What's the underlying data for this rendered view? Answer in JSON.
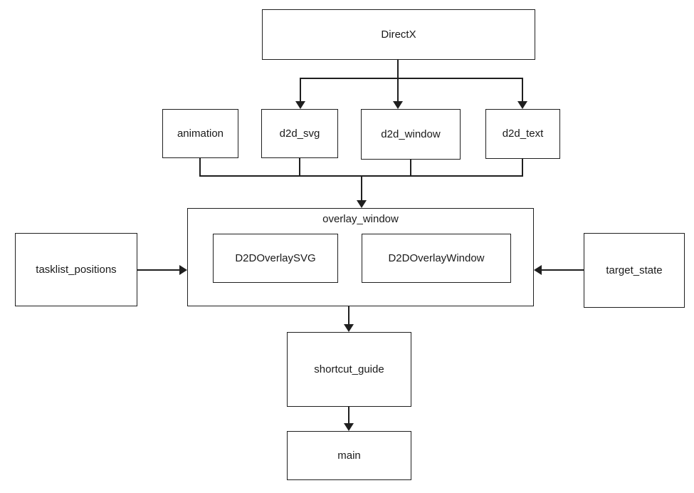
{
  "diagram": {
    "type": "dependency-flowchart",
    "colors": {
      "background": "#ffffff",
      "line": "#1f1f1f",
      "box_fill": "#ffffff",
      "text": "#1a1a1a"
    },
    "nodes": {
      "directx": {
        "label": "DirectX"
      },
      "animation": {
        "label": "animation"
      },
      "d2d_svg": {
        "label": "d2d_svg"
      },
      "d2d_window": {
        "label": "d2d_window"
      },
      "d2d_text": {
        "label": "d2d_text"
      },
      "overlay_window": {
        "label": "overlay_window",
        "contains": [
          "D2DOverlaySVG",
          "D2DOverlayWindow"
        ]
      },
      "d2d_overlay_svg": {
        "label": "D2DOverlaySVG"
      },
      "d2d_overlay_window": {
        "label": "D2DOverlayWindow"
      },
      "tasklist_positions": {
        "label": "tasklist_positions"
      },
      "target_state": {
        "label": "target_state"
      },
      "shortcut_guide": {
        "label": "shortcut_guide"
      },
      "main": {
        "label": "main"
      }
    },
    "edges": [
      {
        "from": "DirectX",
        "to": "d2d_svg"
      },
      {
        "from": "DirectX",
        "to": "d2d_window"
      },
      {
        "from": "DirectX",
        "to": "d2d_text"
      },
      {
        "from": "animation",
        "to": "overlay_window"
      },
      {
        "from": "d2d_svg",
        "to": "overlay_window"
      },
      {
        "from": "d2d_window",
        "to": "overlay_window"
      },
      {
        "from": "d2d_text",
        "to": "overlay_window"
      },
      {
        "from": "tasklist_positions",
        "to": "overlay_window"
      },
      {
        "from": "target_state",
        "to": "overlay_window"
      },
      {
        "from": "overlay_window",
        "to": "shortcut_guide"
      },
      {
        "from": "shortcut_guide",
        "to": "main"
      }
    ]
  }
}
